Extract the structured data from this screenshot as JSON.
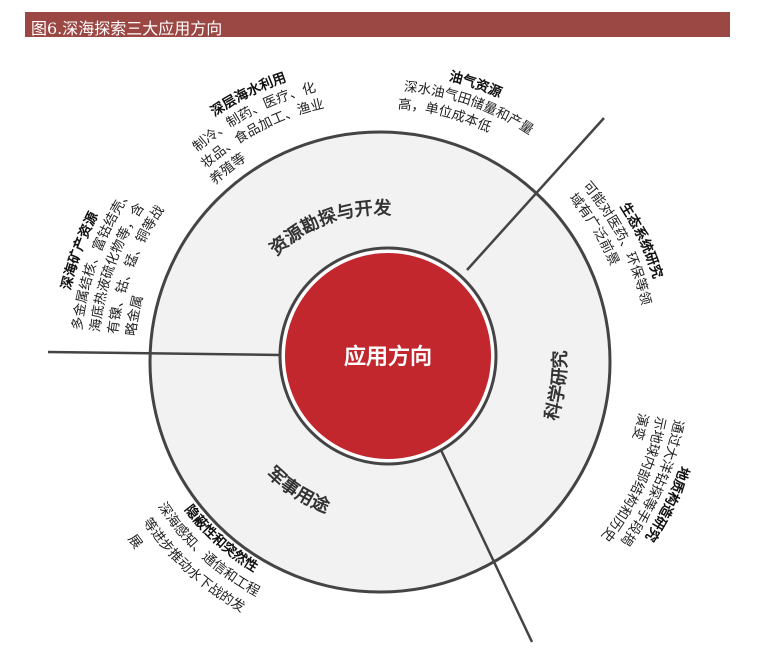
{
  "header": {
    "title": "图6.深海探索三大应用方向"
  },
  "colors": {
    "header_bg": "#9b4744",
    "center_fill": "#c1272d",
    "ring_fill": "#f2f2f2",
    "ring_stroke": "#444444"
  },
  "center": {
    "label": "应用方向"
  },
  "ring": {
    "resources": "资源勘探与开发",
    "science": "科学研究",
    "military": "军事用途"
  },
  "details": {
    "seawater": {
      "title": "深层海水利用",
      "lines": [
        "制冷、制药、医疗、化",
        "妆品、食品加工、渔业",
        "养殖等"
      ]
    },
    "oil_gas": {
      "title": "油气资源",
      "lines": [
        "深水油气田储量和产量",
        "高，单位成本低"
      ]
    },
    "minerals": {
      "title": "深海矿产资源",
      "lines": [
        "多金属结核、富钴结壳、",
        "海底热液硫化物等，含",
        "有镍、钴、锰、铜等战",
        "略金属"
      ]
    },
    "ecosystem": {
      "title": "生态系统研究",
      "lines": [
        "可能对医药、环保等领",
        "域有广泛前景"
      ]
    },
    "geology": {
      "title": "地质构造研究",
      "lines": [
        "通过大洋钻探等手段揭",
        "示地球内部结构和历史",
        "演变"
      ]
    },
    "stealth": {
      "title": "隐蔽性和突然性",
      "lines": [
        "深海感知、通信和工程",
        "等进步推动水下战的发",
        "展"
      ]
    }
  }
}
